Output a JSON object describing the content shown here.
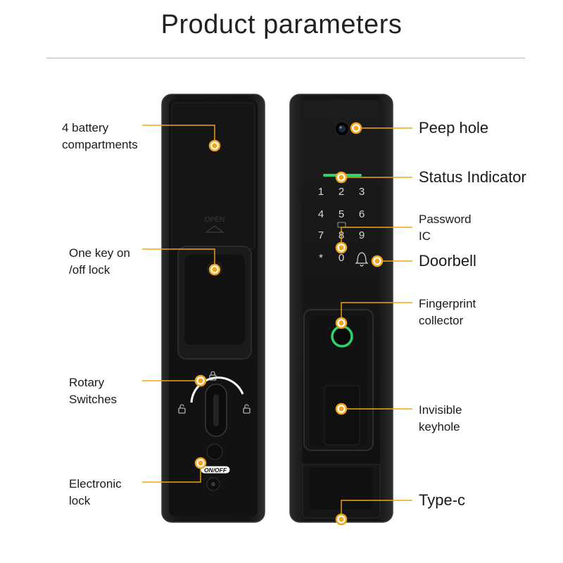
{
  "title": "Product parameters",
  "colors": {
    "accent": "#f2a516",
    "device": "#141414",
    "status_light": "#2fd36a"
  },
  "left_lock": {
    "open_tag": "OPEN",
    "switch_tag": "ON/OFF",
    "labels": {
      "battery_line1": "4 battery",
      "battery_line2": "compartments",
      "onekey_line1": "One key on",
      "onekey_line2": "/off lock",
      "rotary_line1": "Rotary",
      "rotary_line2": "Switches",
      "electronic_line1": "Electronic",
      "electronic_line2": "lock"
    }
  },
  "right_lock": {
    "keypad": [
      [
        "1",
        "2",
        "3"
      ],
      [
        "4",
        "5",
        "6"
      ],
      [
        "7",
        "8",
        "9"
      ],
      [
        "*",
        "0",
        "bell-icon"
      ]
    ],
    "labels": {
      "peep_hole": "Peep hole",
      "status_indicator": "Status Indicator",
      "password_line1": "Password",
      "password_line2": "IC",
      "doorbell": "Doorbell",
      "fingerprint_line1": "Fingerprint",
      "fingerprint_line2": "collector",
      "keyhole_line1": "Invisible",
      "keyhole_line2": "keyhole",
      "type_c": "Type-c"
    }
  }
}
